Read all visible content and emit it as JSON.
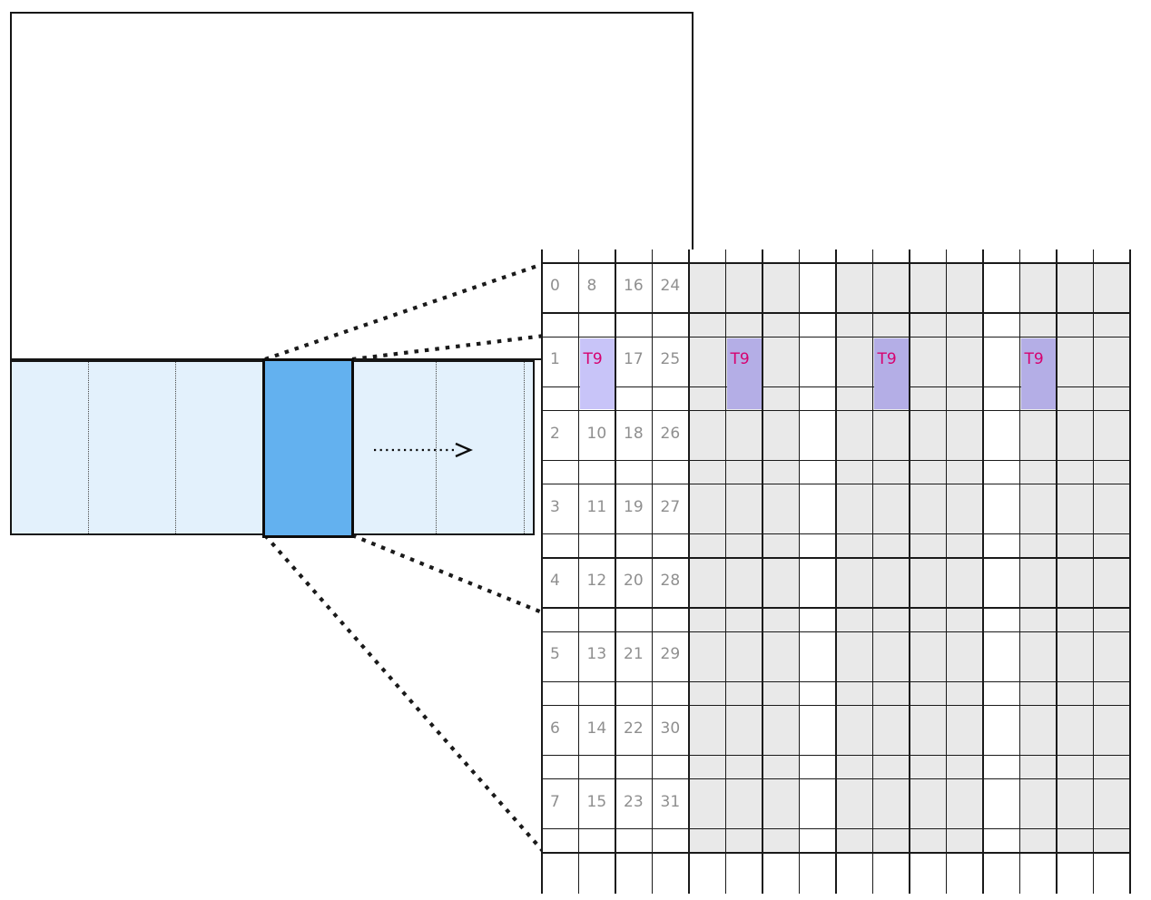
{
  "colors": {
    "line_color": "#1a1a1a",
    "strip_fill": "#e3f1fc",
    "tile_fill": "#63b1ef",
    "grid_gray": "#e9e9e9",
    "number_text": "#8f8f8f",
    "t9_text": "#d60270",
    "t9_fill_light": "#c8c4f8",
    "t9_fill_dark": "#b4aee6"
  },
  "left_panel": {
    "arrow_icon": "dotted-right-arrow",
    "band_divider_count": 4
  },
  "grid": {
    "columns": 16,
    "row_groups": [
      {
        "cells": [
          "0",
          "8",
          "16",
          "24"
        ]
      },
      {
        "cells": [
          "1",
          null,
          "17",
          "25"
        ]
      },
      {
        "cells": [
          "2",
          "10",
          "18",
          "26"
        ]
      },
      {
        "cells": [
          "3",
          "11",
          "19",
          "27"
        ]
      },
      {
        "cells": [
          "4",
          "12",
          "20",
          "28"
        ]
      },
      {
        "cells": [
          "5",
          "13",
          "21",
          "29"
        ]
      },
      {
        "cells": [
          "6",
          "14",
          "22",
          "30"
        ]
      },
      {
        "cells": [
          "7",
          "15",
          "23",
          "31"
        ]
      }
    ],
    "gray_columns": [
      4,
      5,
      6,
      8,
      9,
      10,
      11,
      13,
      14,
      15
    ],
    "thread_marks": [
      {
        "row": 1,
        "col": 1,
        "label": "T9",
        "fill_key": "t9_fill_light"
      },
      {
        "row": 1,
        "col": 5,
        "label": "T9",
        "fill_key": "t9_fill_dark"
      },
      {
        "row": 1,
        "col": 9,
        "label": "T9",
        "fill_key": "t9_fill_dark"
      },
      {
        "row": 1,
        "col": 13,
        "label": "T9",
        "fill_key": "t9_fill_dark"
      }
    ]
  }
}
